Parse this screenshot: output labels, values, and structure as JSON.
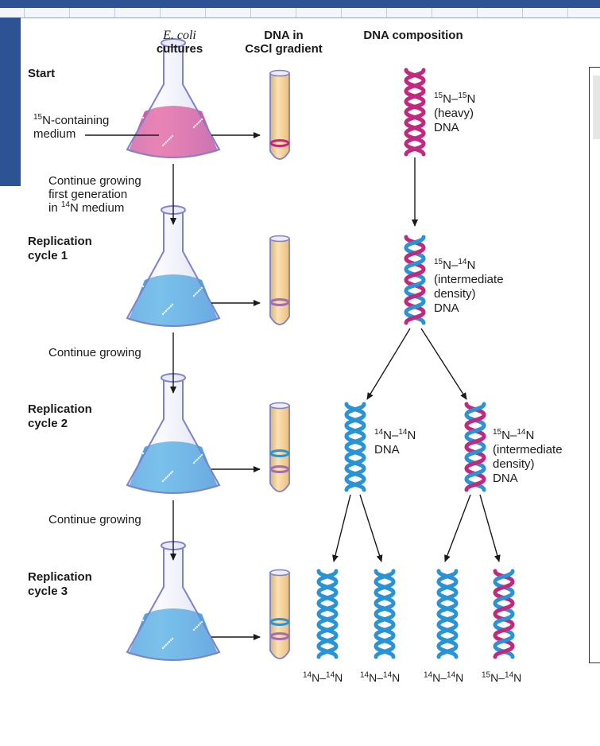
{
  "headers": {
    "cultures_italic": "E. coli",
    "cultures_bold": "cultures",
    "gradient_line1": "DNA in",
    "gradient_line2": "CsCl gradient",
    "composition": "DNA composition"
  },
  "rows": {
    "start": "Start",
    "cycle1_line1": "Replication",
    "cycle1_line2": "cycle 1",
    "cycle2_line1": "Replication",
    "cycle2_line2": "cycle 2",
    "cycle3_line1": "Replication",
    "cycle3_line2": "cycle 3"
  },
  "steps": {
    "medium_sup": "15",
    "medium_line1": "N-containing",
    "medium_line2": "medium",
    "first_line1": "Continue growing",
    "first_line2": "first generation",
    "first_line3_pre": "in ",
    "first_line3_sup": "14",
    "first_line3_post": "N medium",
    "continue1": "Continue growing",
    "continue2": "Continue growing"
  },
  "composition": {
    "heavy": {
      "sup_a": "15",
      "sep": "N–",
      "sup_b": "15",
      "end": "N",
      "line2": "(heavy)",
      "line3": "DNA"
    },
    "cycle1": {
      "sup_a": "15",
      "sep": "N–",
      "sup_b": "14",
      "end": "N",
      "line2": "(intermediate",
      "line3": "density)",
      "line4": "DNA"
    },
    "cycle2_left": {
      "sup_a": "14",
      "sep": "N–",
      "sup_b": "14",
      "end": "N",
      "line2": "DNA"
    },
    "cycle2_right": {
      "sup_a": "15",
      "sep": "N–",
      "sup_b": "14",
      "end": "N",
      "line2": "(intermediate",
      "line3": "density)",
      "line4": "DNA"
    },
    "bottom": [
      {
        "sup_a": "14",
        "sep": "N–",
        "sup_b": "14",
        "end": "N"
      },
      {
        "sup_a": "14",
        "sep": "N–",
        "sup_b": "14",
        "end": "N"
      },
      {
        "sup_a": "14",
        "sep": "N–",
        "sup_b": "14",
        "end": "N"
      },
      {
        "sup_a": "15",
        "sep": "N–",
        "sup_b": "14",
        "end": "N"
      }
    ]
  },
  "colors": {
    "heavy_strand": "#c2287e",
    "light_strand": "#2a93d5",
    "heavy_medium": "#e6488f",
    "light_medium": "#3aa7e3",
    "tube_liquid": "#f7cf8f",
    "frame_blue": "#2e5395"
  }
}
